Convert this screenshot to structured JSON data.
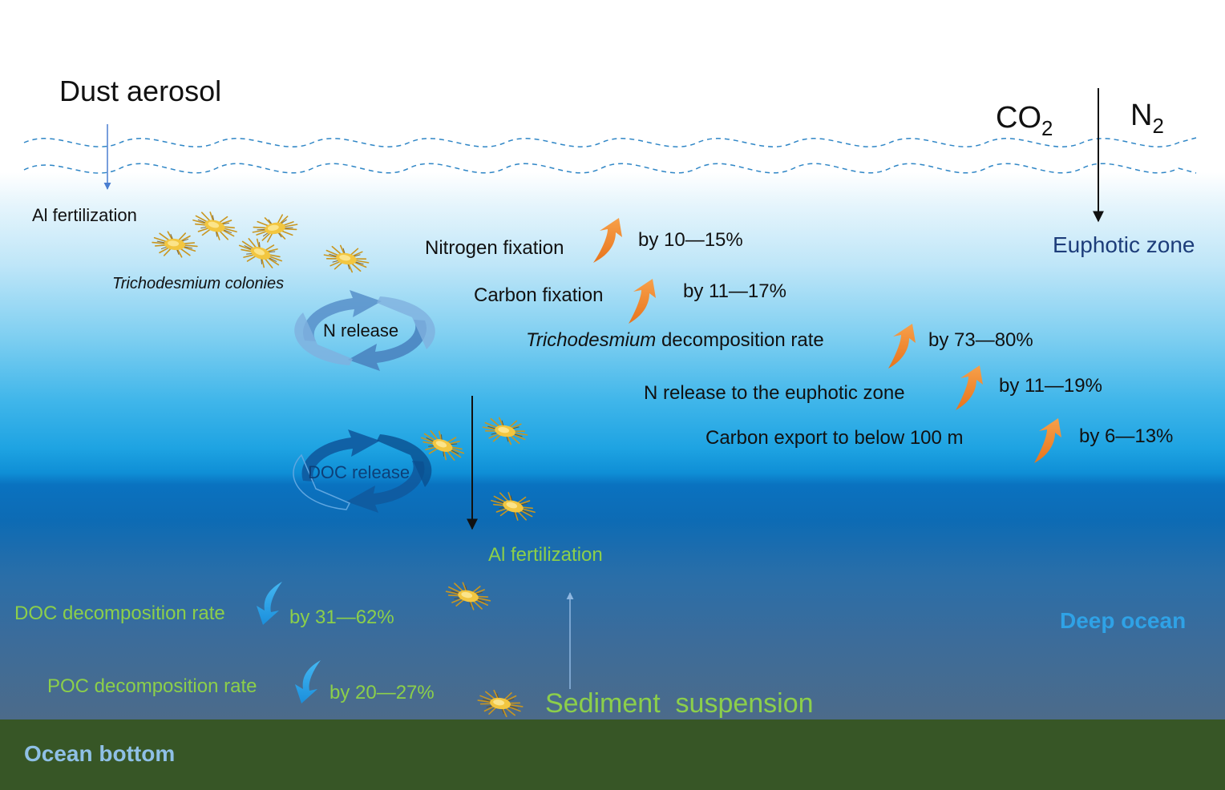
{
  "title": "Dust aerosol",
  "gases": {
    "co2": "CO",
    "co2_sub": "2",
    "n2": "N",
    "n2_sub": "2"
  },
  "zones": {
    "euphotic": "Euphotic zone",
    "deep": "Deep ocean",
    "bottom": "Ocean bottom"
  },
  "surface": {
    "al_fertilization": "Al fertilization",
    "trichodesmium_colonies": "Trichodesmium colonies"
  },
  "cycles": {
    "n_release": "N release",
    "doc_release": "DOC release"
  },
  "increases": [
    {
      "label": "Nitrogen fixation",
      "value": "by 10—15%"
    },
    {
      "label": "Carbon fixation",
      "value": "by 11—17%"
    },
    {
      "label_italic": "Trichodesmium",
      "label": "decomposition rate",
      "value": "by 73—80%"
    },
    {
      "label": "N release to the euphotic zone",
      "value": "by 11—19%"
    },
    {
      "label": "Carbon export to below 100 m",
      "value": "by 6—13%"
    }
  ],
  "deep": {
    "al_fertilization": "Al fertilization",
    "sediment_suspension": "Sediment  suspension"
  },
  "decreases": [
    {
      "label": "DOC decomposition rate",
      "value": "by 31—62%"
    },
    {
      "label": "POC decomposition rate",
      "value": "by 20—27%"
    }
  ],
  "colors": {
    "increase_arrow": "#f08a2c",
    "decrease_arrow": "#1ea0e6",
    "green_text": "#8ccf4a",
    "ocean_bottom": "#375626"
  }
}
